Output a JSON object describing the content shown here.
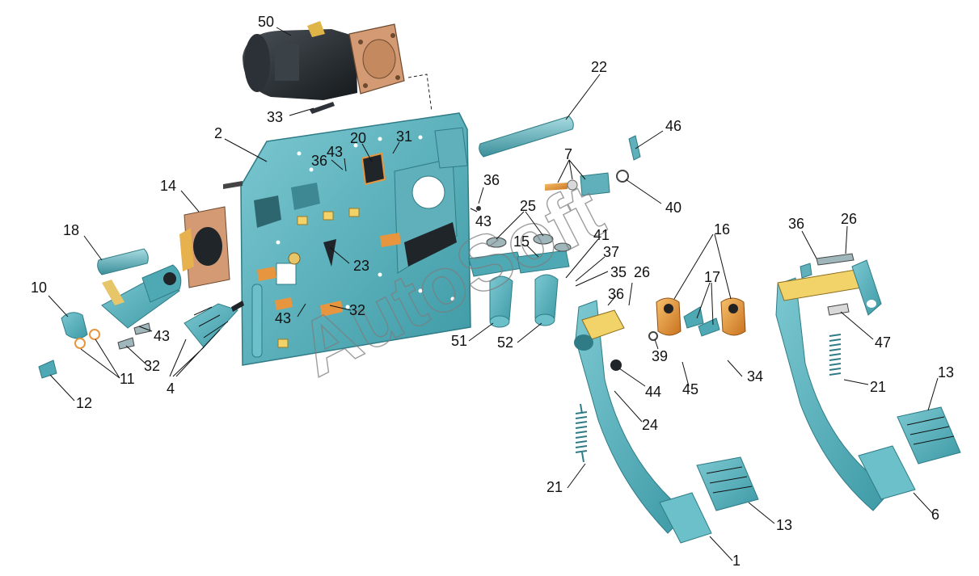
{
  "watermark": "AutoSoft",
  "colors": {
    "teal": "#4fa9b4",
    "teal_dark": "#2f7c86",
    "orange": "#e7963f",
    "yellow": "#f1d36a",
    "dark": "#1f2529",
    "gasket": "#d39a74"
  },
  "callouts": [
    {
      "id": "c50",
      "text": "50"
    },
    {
      "id": "c33",
      "text": "33"
    },
    {
      "id": "c22",
      "text": "22"
    },
    {
      "id": "c2",
      "text": "2"
    },
    {
      "id": "c20",
      "text": "20"
    },
    {
      "id": "c31",
      "text": "31"
    },
    {
      "id": "c36a",
      "text": "36"
    },
    {
      "id": "c43a",
      "text": "43"
    },
    {
      "id": "c46",
      "text": "46"
    },
    {
      "id": "c7",
      "text": "7"
    },
    {
      "id": "c36b",
      "text": "36"
    },
    {
      "id": "c43b",
      "text": "43"
    },
    {
      "id": "c40",
      "text": "40"
    },
    {
      "id": "c25",
      "text": "25"
    },
    {
      "id": "c14",
      "text": "14"
    },
    {
      "id": "c18",
      "text": "18"
    },
    {
      "id": "c15",
      "text": "15"
    },
    {
      "id": "c41",
      "text": "41"
    },
    {
      "id": "c37",
      "text": "37"
    },
    {
      "id": "c16",
      "text": "16"
    },
    {
      "id": "c36c",
      "text": "36"
    },
    {
      "id": "c26a",
      "text": "26"
    },
    {
      "id": "c23",
      "text": "23"
    },
    {
      "id": "c35",
      "text": "35"
    },
    {
      "id": "c26b",
      "text": "26"
    },
    {
      "id": "c17",
      "text": "17"
    },
    {
      "id": "c10",
      "text": "10"
    },
    {
      "id": "c36d",
      "text": "36"
    },
    {
      "id": "c43c",
      "text": "43"
    },
    {
      "id": "c32a",
      "text": "32"
    },
    {
      "id": "c43d",
      "text": "43"
    },
    {
      "id": "c47",
      "text": "47"
    },
    {
      "id": "c51",
      "text": "51"
    },
    {
      "id": "c52",
      "text": "52"
    },
    {
      "id": "c39",
      "text": "39"
    },
    {
      "id": "c32b",
      "text": "32"
    },
    {
      "id": "c11",
      "text": "11"
    },
    {
      "id": "c34",
      "text": "34"
    },
    {
      "id": "c4",
      "text": "4"
    },
    {
      "id": "c44",
      "text": "44"
    },
    {
      "id": "c45",
      "text": "45"
    },
    {
      "id": "c21a",
      "text": "21"
    },
    {
      "id": "c12",
      "text": "12"
    },
    {
      "id": "c13a",
      "text": "13"
    },
    {
      "id": "c24",
      "text": "24"
    },
    {
      "id": "c21b",
      "text": "21"
    },
    {
      "id": "c13b",
      "text": "13"
    },
    {
      "id": "c6",
      "text": "6"
    },
    {
      "id": "c1",
      "text": "1"
    }
  ]
}
